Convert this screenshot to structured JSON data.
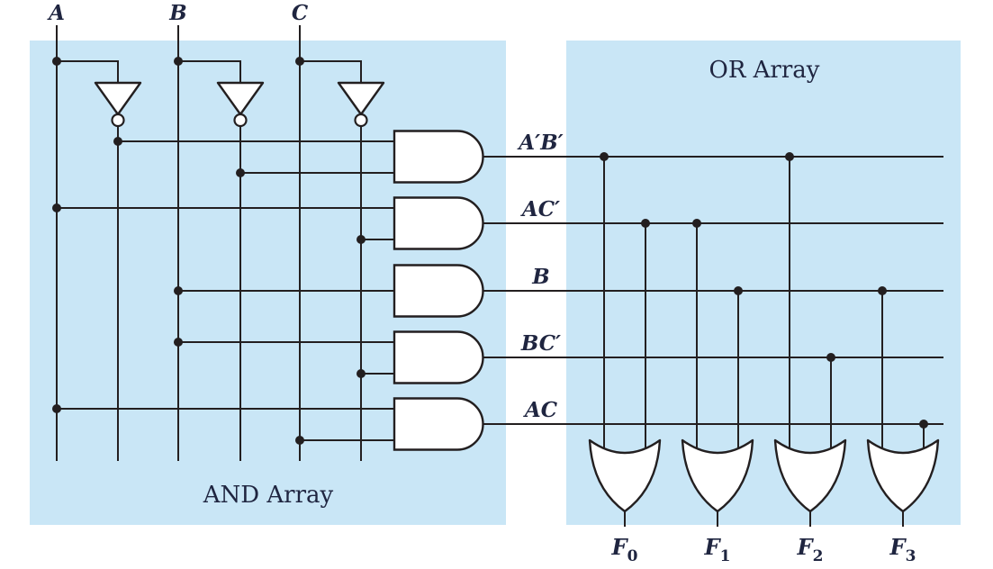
{
  "colors": {
    "background": "#ffffff",
    "array_fill": "#c9e6f6",
    "wire": "#231f20",
    "gate_fill": "#ffffff",
    "text": "#1f2540"
  },
  "and_array": {
    "label": "AND Array",
    "inputs": [
      "A",
      "B",
      "C"
    ],
    "inverted_inputs": [
      "A′",
      "B′",
      "C′"
    ],
    "product_terms": [
      {
        "label": "A′B′",
        "literals": [
          "A′",
          "B′"
        ]
      },
      {
        "label": "AC′",
        "literals": [
          "A",
          "C′"
        ]
      },
      {
        "label": "B",
        "literals": [
          "B"
        ]
      },
      {
        "label": "BC′",
        "literals": [
          "B",
          "C′"
        ]
      },
      {
        "label": "AC",
        "literals": [
          "A",
          "C"
        ]
      }
    ]
  },
  "or_array": {
    "label": "OR Array",
    "outputs": [
      {
        "base": "F",
        "sub": "0",
        "terms": [
          "A′B′",
          "AC′"
        ]
      },
      {
        "base": "F",
        "sub": "1",
        "terms": [
          "AC′",
          "B"
        ]
      },
      {
        "base": "F",
        "sub": "2",
        "terms": [
          "A′B′",
          "BC′"
        ]
      },
      {
        "base": "F",
        "sub": "3",
        "terms": [
          "B",
          "AC"
        ]
      }
    ]
  }
}
